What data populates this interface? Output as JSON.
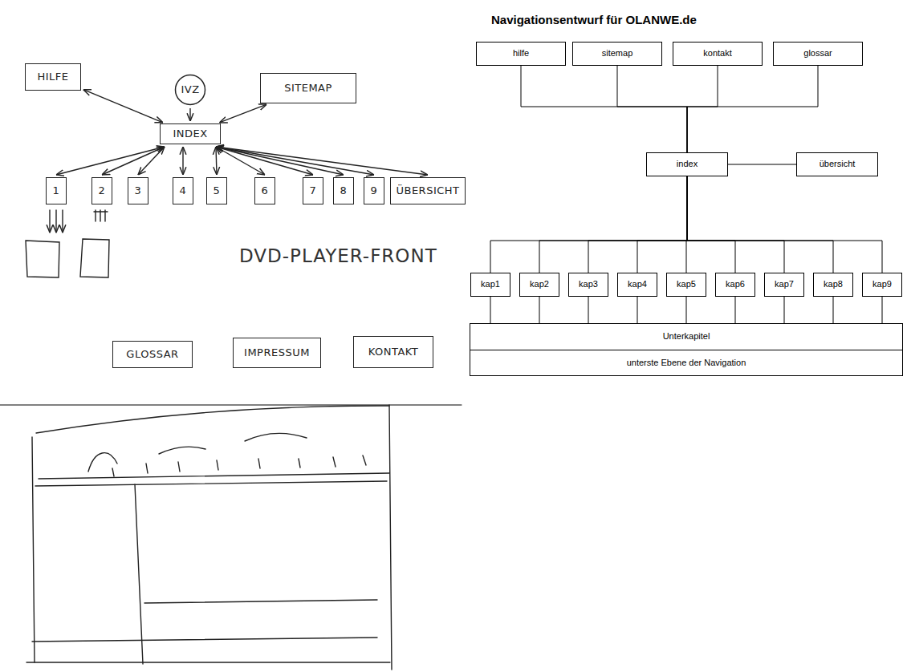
{
  "diagram": {
    "title": "Navigationsentwurf für OLANWE.de",
    "nodes": [
      {
        "text": [
          "HILFE"
        ]
      },
      {
        "text": [
          "IVZ"
        ]
      },
      {
        "text": [
          "SITEMAP"
        ]
      },
      {
        "text": [
          "INDEX"
        ]
      },
      {
        "text": [
          "1"
        ]
      },
      {
        "text": [
          "2"
        ]
      },
      {
        "text": [
          "3"
        ]
      },
      {
        "text": [
          "4"
        ]
      },
      {
        "text": [
          "5"
        ]
      },
      {
        "text": [
          "6"
        ]
      },
      {
        "text": [
          "7"
        ]
      },
      {
        "text": [
          "8"
        ]
      },
      {
        "text": [
          "9"
        ]
      },
      {
        "text": [
          "ÜBERSICHT"
        ]
      },
      {
        "text": [
          "GLOSSAR"
        ]
      },
      {
        "text": [
          "IMPRESSUM"
        ]
      },
      {
        "text": [
          "KONTAKT"
        ]
      },
      {
        "text": [
          "hilfe"
        ]
      },
      {
        "text": [
          "sitemap"
        ]
      },
      {
        "text": [
          "kontakt"
        ]
      },
      {
        "text": [
          "glossar"
        ]
      },
      {
        "text": [
          "index"
        ]
      },
      {
        "text": [
          "übersicht"
        ]
      },
      {
        "text": [
          "kap1"
        ]
      },
      {
        "text": [
          "kap2"
        ]
      },
      {
        "text": [
          "kap3"
        ]
      },
      {
        "text": [
          "kap4"
        ]
      },
      {
        "text": [
          "kap5"
        ]
      },
      {
        "text": [
          "kap6"
        ]
      },
      {
        "text": [
          "kap7"
        ]
      },
      {
        "text": [
          "kap8"
        ]
      },
      {
        "text": [
          "kap9"
        ]
      },
      {
        "text": [
          "Unterkapitel",
          "unterste Ebene der Navigation"
        ]
      }
    ],
    "edges": [
      {
        "from": 0,
        "to": 3,
        "arrow": "both"
      },
      {
        "from": 1,
        "to": 3,
        "arrow": "to"
      },
      {
        "from": 3,
        "to": 2,
        "arrow": "both"
      },
      {
        "from": 3,
        "to": 4,
        "arrow": "both"
      },
      {
        "from": 3,
        "to": 5,
        "arrow": "both"
      },
      {
        "from": 3,
        "to": 6,
        "arrow": "both"
      },
      {
        "from": 3,
        "to": 7,
        "arrow": "both"
      },
      {
        "from": 3,
        "to": 8,
        "arrow": "both"
      },
      {
        "from": 3,
        "to": 9,
        "arrow": "both"
      },
      {
        "from": 3,
        "to": 10,
        "arrow": "both"
      },
      {
        "from": 3,
        "to": 11,
        "arrow": "both"
      },
      {
        "from": 3,
        "to": 12,
        "arrow": "both"
      },
      {
        "from": 3,
        "to": 13,
        "arrow": "both"
      },
      {
        "from": 17,
        "to": 21,
        "arrow": "none"
      },
      {
        "from": 18,
        "to": 21,
        "arrow": "none"
      },
      {
        "from": 19,
        "to": 21,
        "arrow": "none"
      },
      {
        "from": 20,
        "to": 21,
        "arrow": "none"
      },
      {
        "from": 21,
        "to": 22,
        "arrow": "none"
      },
      {
        "from": 21,
        "to": 23,
        "arrow": "none"
      },
      {
        "from": 21,
        "to": 24,
        "arrow": "none"
      },
      {
        "from": 21,
        "to": 25,
        "arrow": "none"
      },
      {
        "from": 21,
        "to": 26,
        "arrow": "none"
      },
      {
        "from": 21,
        "to": 27,
        "arrow": "none"
      },
      {
        "from": 21,
        "to": 28,
        "arrow": "none"
      },
      {
        "from": 21,
        "to": 29,
        "arrow": "none"
      },
      {
        "from": 21,
        "to": 30,
        "arrow": "none"
      },
      {
        "from": 21,
        "to": 31,
        "arrow": "none"
      },
      {
        "from": 23,
        "to": 32,
        "arrow": "none"
      },
      {
        "from": 24,
        "to": 32,
        "arrow": "none"
      },
      {
        "from": 25,
        "to": 32,
        "arrow": "none"
      },
      {
        "from": 26,
        "to": 32,
        "arrow": "none"
      },
      {
        "from": 27,
        "to": 32,
        "arrow": "none"
      },
      {
        "from": 28,
        "to": 32,
        "arrow": "none"
      },
      {
        "from": 29,
        "to": 32,
        "arrow": "none"
      },
      {
        "from": 30,
        "to": 32,
        "arrow": "none"
      },
      {
        "from": 31,
        "to": 32,
        "arrow": "none"
      }
    ],
    "labels": [
      "DVD-PLAYER-FRONT"
    ]
  }
}
